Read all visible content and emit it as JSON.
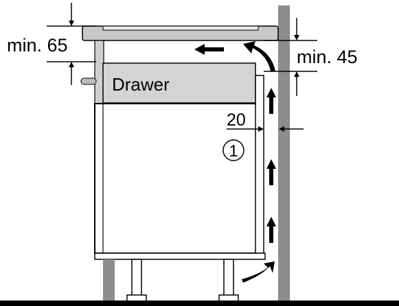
{
  "labels": {
    "min_top": "min. 65",
    "min_right": "min. 45",
    "drawer": "Drawer",
    "gap": "20",
    "callout": "1"
  },
  "colors": {
    "wall": "#8c8c8c",
    "cooktop": "#c8c8c8",
    "drawer": "#d4d4d4",
    "outline": "#000000",
    "background": "#ffffff"
  },
  "icons": [
    "arrow-up-icon",
    "arrow-left-icon",
    "curved-arrow-icon",
    "dimension-arrow-icon"
  ]
}
